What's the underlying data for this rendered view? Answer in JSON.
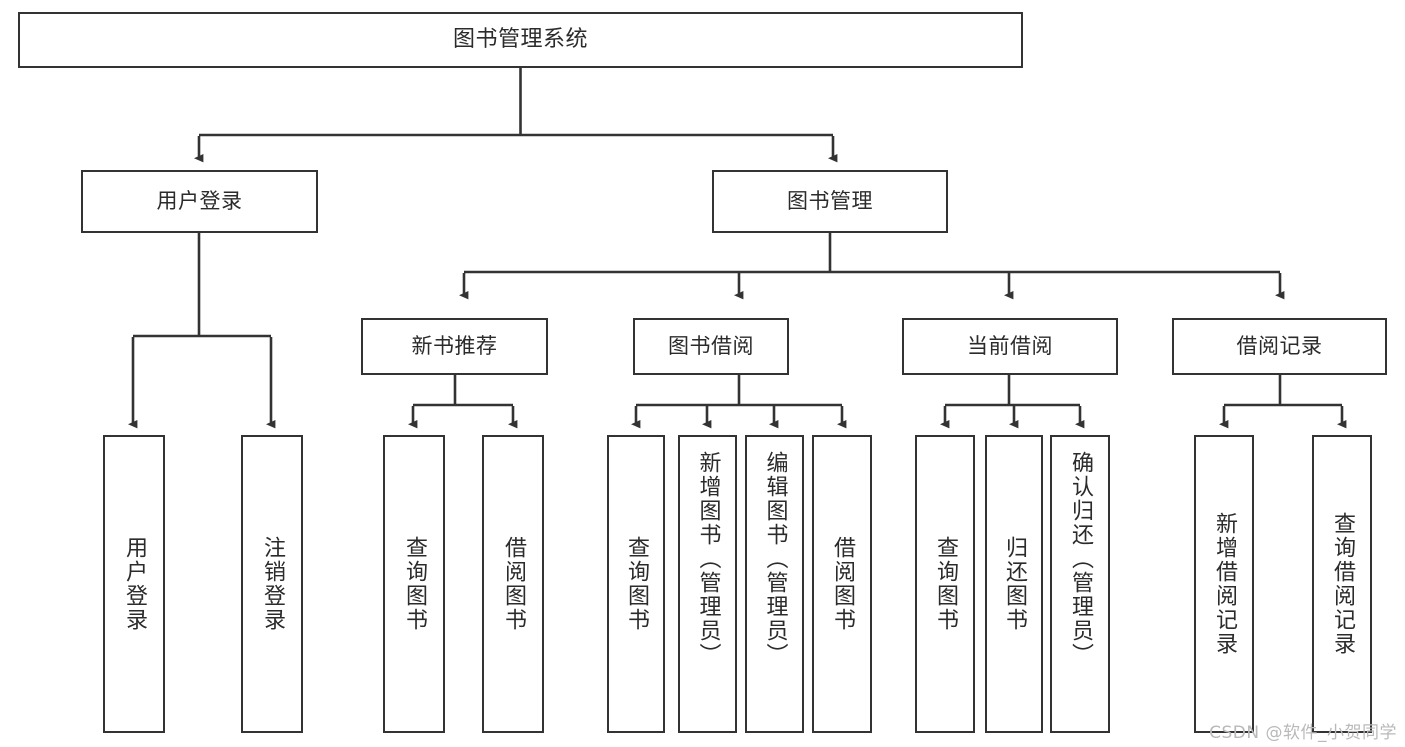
{
  "diagram": {
    "title": "图书管理系统",
    "type": "hierarchy-tree",
    "background": "#ffffff",
    "line_color": "#333333",
    "text_color": "#2b2b2b",
    "root": {
      "label": "图书管理系统"
    },
    "level2": [
      {
        "label": "用户登录"
      },
      {
        "label": "图书管理"
      }
    ],
    "level3": [
      {
        "label": "新书推荐"
      },
      {
        "label": "图书借阅"
      },
      {
        "label": "当前借阅"
      },
      {
        "label": "借阅记录"
      }
    ],
    "leaves": {
      "user_login": [
        {
          "label": "用户登录"
        },
        {
          "label": "注销登录"
        }
      ],
      "new_book": [
        {
          "label": "查询图书"
        },
        {
          "label": "借阅图书"
        }
      ],
      "book_borrow": [
        {
          "label": "查询图书"
        },
        {
          "label": "新增图书（管理员）"
        },
        {
          "label": "编辑图书（管理员）"
        },
        {
          "label": "借阅图书"
        }
      ],
      "current_borrow": [
        {
          "label": "查询图书"
        },
        {
          "label": "归还图书"
        },
        {
          "label": "确认归还（管理员）"
        }
      ],
      "borrow_record": [
        {
          "label": "新增借阅记录"
        },
        {
          "label": "查询借阅记录"
        }
      ]
    }
  },
  "watermark": {
    "text": "CSDN @软件_小贺同学"
  }
}
